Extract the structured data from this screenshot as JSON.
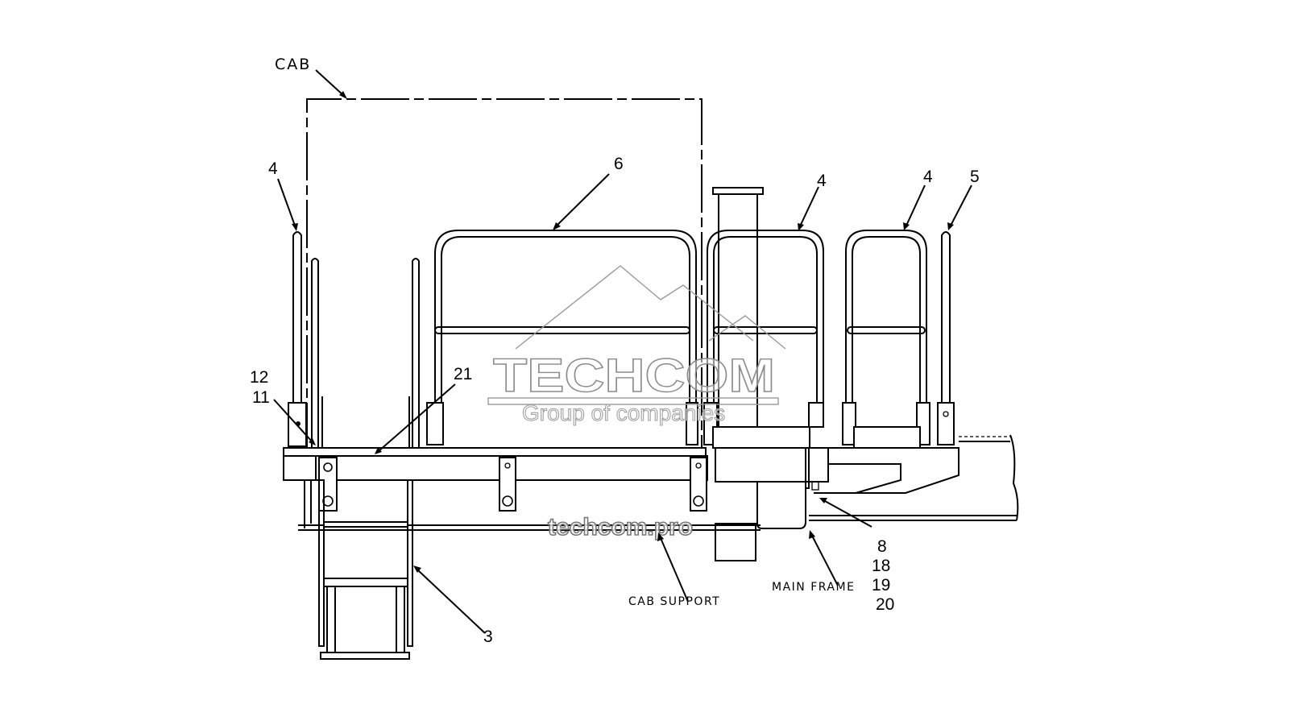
{
  "drawing": {
    "type": "parts-diagram",
    "subject": "Cab platform with handrails and step ladder",
    "labels": {
      "cab": "CAB",
      "cab_support": "CAB SUPPORT",
      "main_frame": "MAIN FRAME"
    },
    "callouts": [
      {
        "id": "c4a",
        "text": "4"
      },
      {
        "id": "c6",
        "text": "6"
      },
      {
        "id": "c4b",
        "text": "4"
      },
      {
        "id": "c4c",
        "text": "4"
      },
      {
        "id": "c5",
        "text": "5"
      },
      {
        "id": "c12",
        "text": "12"
      },
      {
        "id": "c11",
        "text": "11"
      },
      {
        "id": "c21",
        "text": "21"
      },
      {
        "id": "c3",
        "text": "3"
      },
      {
        "id": "c8",
        "text": "8"
      },
      {
        "id": "c18",
        "text": "18"
      },
      {
        "id": "c19",
        "text": "19"
      },
      {
        "id": "c20",
        "text": "20"
      }
    ]
  },
  "watermark": {
    "brand": "TECHCOM",
    "tagline": "Group of companies",
    "url": "techcom.pro",
    "color": "#8c8c8c"
  },
  "colors": {
    "line": "#000000",
    "background": "#ffffff"
  }
}
